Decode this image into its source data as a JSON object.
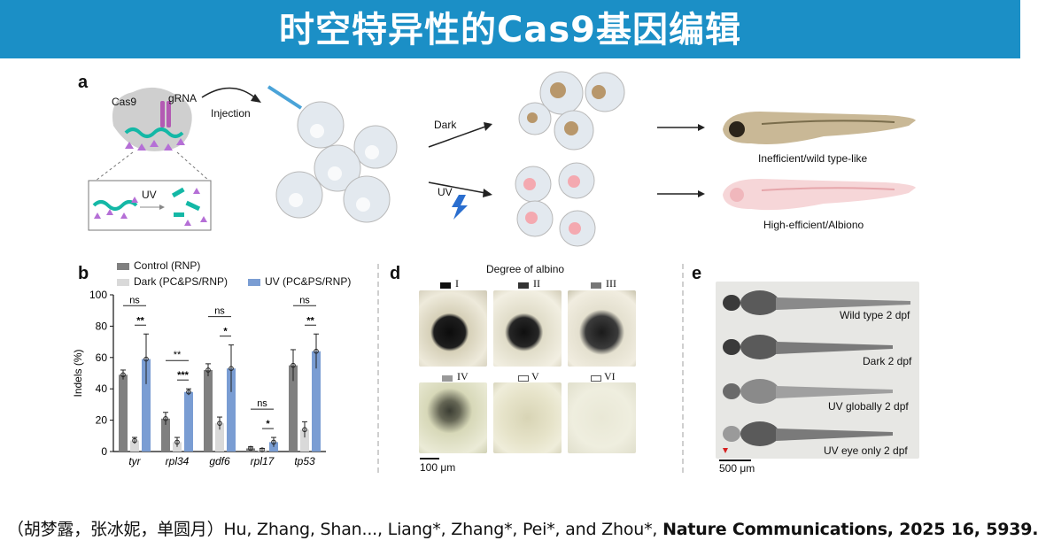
{
  "slide": {
    "title": "时空特异性的Cas9基因编辑",
    "citation_authors": "（胡梦露，张冰妮，单圆月）Hu, Zhang, Shan..., Liang*, Zhang*, Pei*, and Zhou*,",
    "citation_journal": "Nature Communications, 2025 16, 5939."
  },
  "panel_a": {
    "letter": "a",
    "cas9": "Cas9",
    "grna": "gRNA",
    "injection": "Injection",
    "uv_inset": "UV",
    "dark": "Dark",
    "uv": "UV",
    "outcome_dark": "Inefficient/wild type-like",
    "outcome_uv": "High-efficient/Albiono"
  },
  "panel_b": {
    "letter": "b",
    "legend": [
      "Control (RNP)",
      "Dark (PC&PS/RNP)",
      "UV (PC&PS/RNP)"
    ]
  },
  "panel_d": {
    "letter": "d",
    "heading": "Degree of albino",
    "grades": [
      "I",
      "II",
      "III",
      "IV",
      "V",
      "VI"
    ],
    "scale": "100 μm"
  },
  "panel_e": {
    "letter": "e",
    "labels": [
      "Wild type 2 dpf",
      "Dark 2 dpf",
      "UV globally 2 dpf",
      "UV eye only 2 dpf"
    ],
    "scale": "500 μm"
  },
  "chart_data": {
    "type": "bar",
    "ylabel": "Indels (%)",
    "ylim": [
      0,
      100
    ],
    "yticks": [
      0,
      20,
      40,
      60,
      80,
      100
    ],
    "categories": [
      "tyr",
      "rpl34",
      "gdf6",
      "rpl17",
      "tp53"
    ],
    "series": [
      {
        "name": "Control (RNP)",
        "color": "#808080",
        "values": [
          49,
          21,
          52,
          2,
          55
        ],
        "errors": [
          3,
          4,
          4,
          1,
          10
        ]
      },
      {
        "name": "Dark (PC&PS/RNP)",
        "color": "#d9d9d9",
        "values": [
          7,
          6,
          18,
          1,
          14
        ],
        "errors": [
          2,
          3,
          4,
          1,
          5
        ]
      },
      {
        "name": "UV (PC&PS/RNP)",
        "color": "#7a9dd3",
        "values": [
          59,
          38,
          53,
          6,
          64
        ],
        "errors": [
          16,
          2,
          15,
          3,
          11
        ]
      }
    ],
    "significance": [
      {
        "category": "tyr",
        "upper": "ns",
        "lower": "**"
      },
      {
        "category": "rpl34",
        "upper": "**",
        "lower": "***"
      },
      {
        "category": "gdf6",
        "upper": "ns",
        "lower": "*"
      },
      {
        "category": "rpl17",
        "upper": "ns",
        "lower": "*"
      },
      {
        "category": "tp53",
        "upper": "ns",
        "lower": "**"
      }
    ]
  }
}
